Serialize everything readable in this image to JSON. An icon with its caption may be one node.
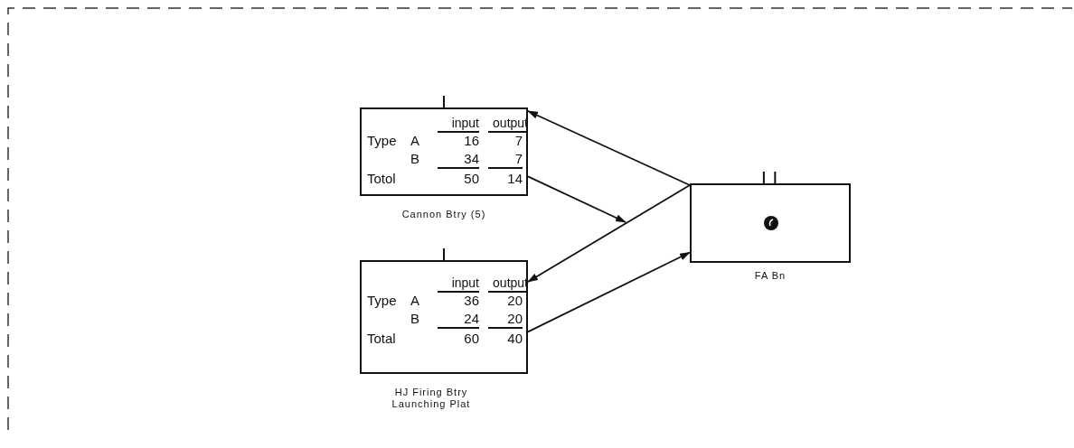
{
  "diagram": {
    "nodes": [
      {
        "text": [
          "input",
          "output",
          "Type",
          "A",
          "16",
          "7",
          "B",
          "34",
          "7",
          "Totol",
          "50",
          "14"
        ],
        "beside": [
          "Cannon Btry (5)"
        ]
      },
      {
        "text": [
          "input",
          "output",
          "Type",
          "A",
          "36",
          "20",
          "B",
          "24",
          "20",
          "Total",
          "60",
          "40"
        ],
        "beside": [
          "HJ Firing Btry Launching Plat"
        ]
      },
      {
        "text": [],
        "shape": "box",
        "beside": [
          "FA Bn"
        ]
      }
    ],
    "edges": [
      {
        "from": 2,
        "to": 0,
        "arrow": "to"
      },
      {
        "from": 0,
        "to": null,
        "arrow": "to"
      },
      {
        "from": 2,
        "to": 1,
        "arrow": "to"
      },
      {
        "from": 1,
        "to": 2,
        "arrow": "to"
      }
    ]
  }
}
